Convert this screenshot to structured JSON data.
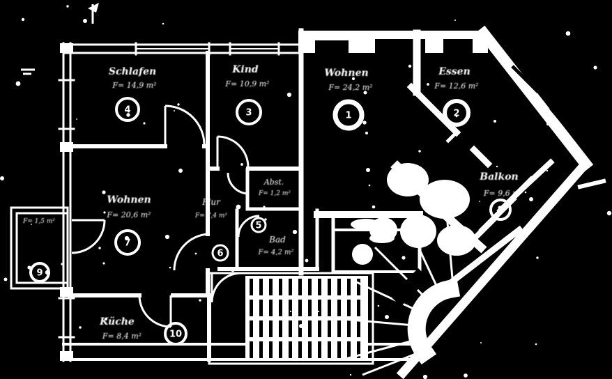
{
  "plan": {
    "type": "scanned-floor-plan-negative",
    "background_color": "#000000",
    "line_color": "#ffffff",
    "rooms": [
      {
        "id": "wohnen-top",
        "label": "Wohnen",
        "area": "F= 24,2 m²",
        "number": "1"
      },
      {
        "id": "essen",
        "label": "Essen",
        "area": "F= 12,6 m²",
        "number": "2"
      },
      {
        "id": "kind",
        "label": "Kind",
        "area": "F= 10,9 m²",
        "number": "3"
      },
      {
        "id": "schlafen",
        "label": "Schlafen",
        "area": "F= 14,9 m²",
        "number": "4"
      },
      {
        "id": "bad",
        "label": "Bad",
        "area": "F= 4,2 m²",
        "number": "5"
      },
      {
        "id": "flur",
        "label": "Flur",
        "area": "F= 7,4 m²",
        "number": "6"
      },
      {
        "id": "wohnen-left",
        "label": "Wohnen",
        "area": "F= 20,6 m²",
        "number": "7"
      },
      {
        "id": "balkon",
        "label": "Balkon",
        "area": "F= 9,6 m²",
        "number": "8"
      },
      {
        "id": "balkon-left",
        "label": "",
        "area": "F= 1,5 m²",
        "number": "9"
      },
      {
        "id": "kueche",
        "label": "Küche",
        "area": "F= 8,4 m²",
        "number": "10"
      },
      {
        "id": "abstell",
        "label": "Abst.",
        "area": "F= 1,2 m²",
        "number": ""
      }
    ]
  }
}
